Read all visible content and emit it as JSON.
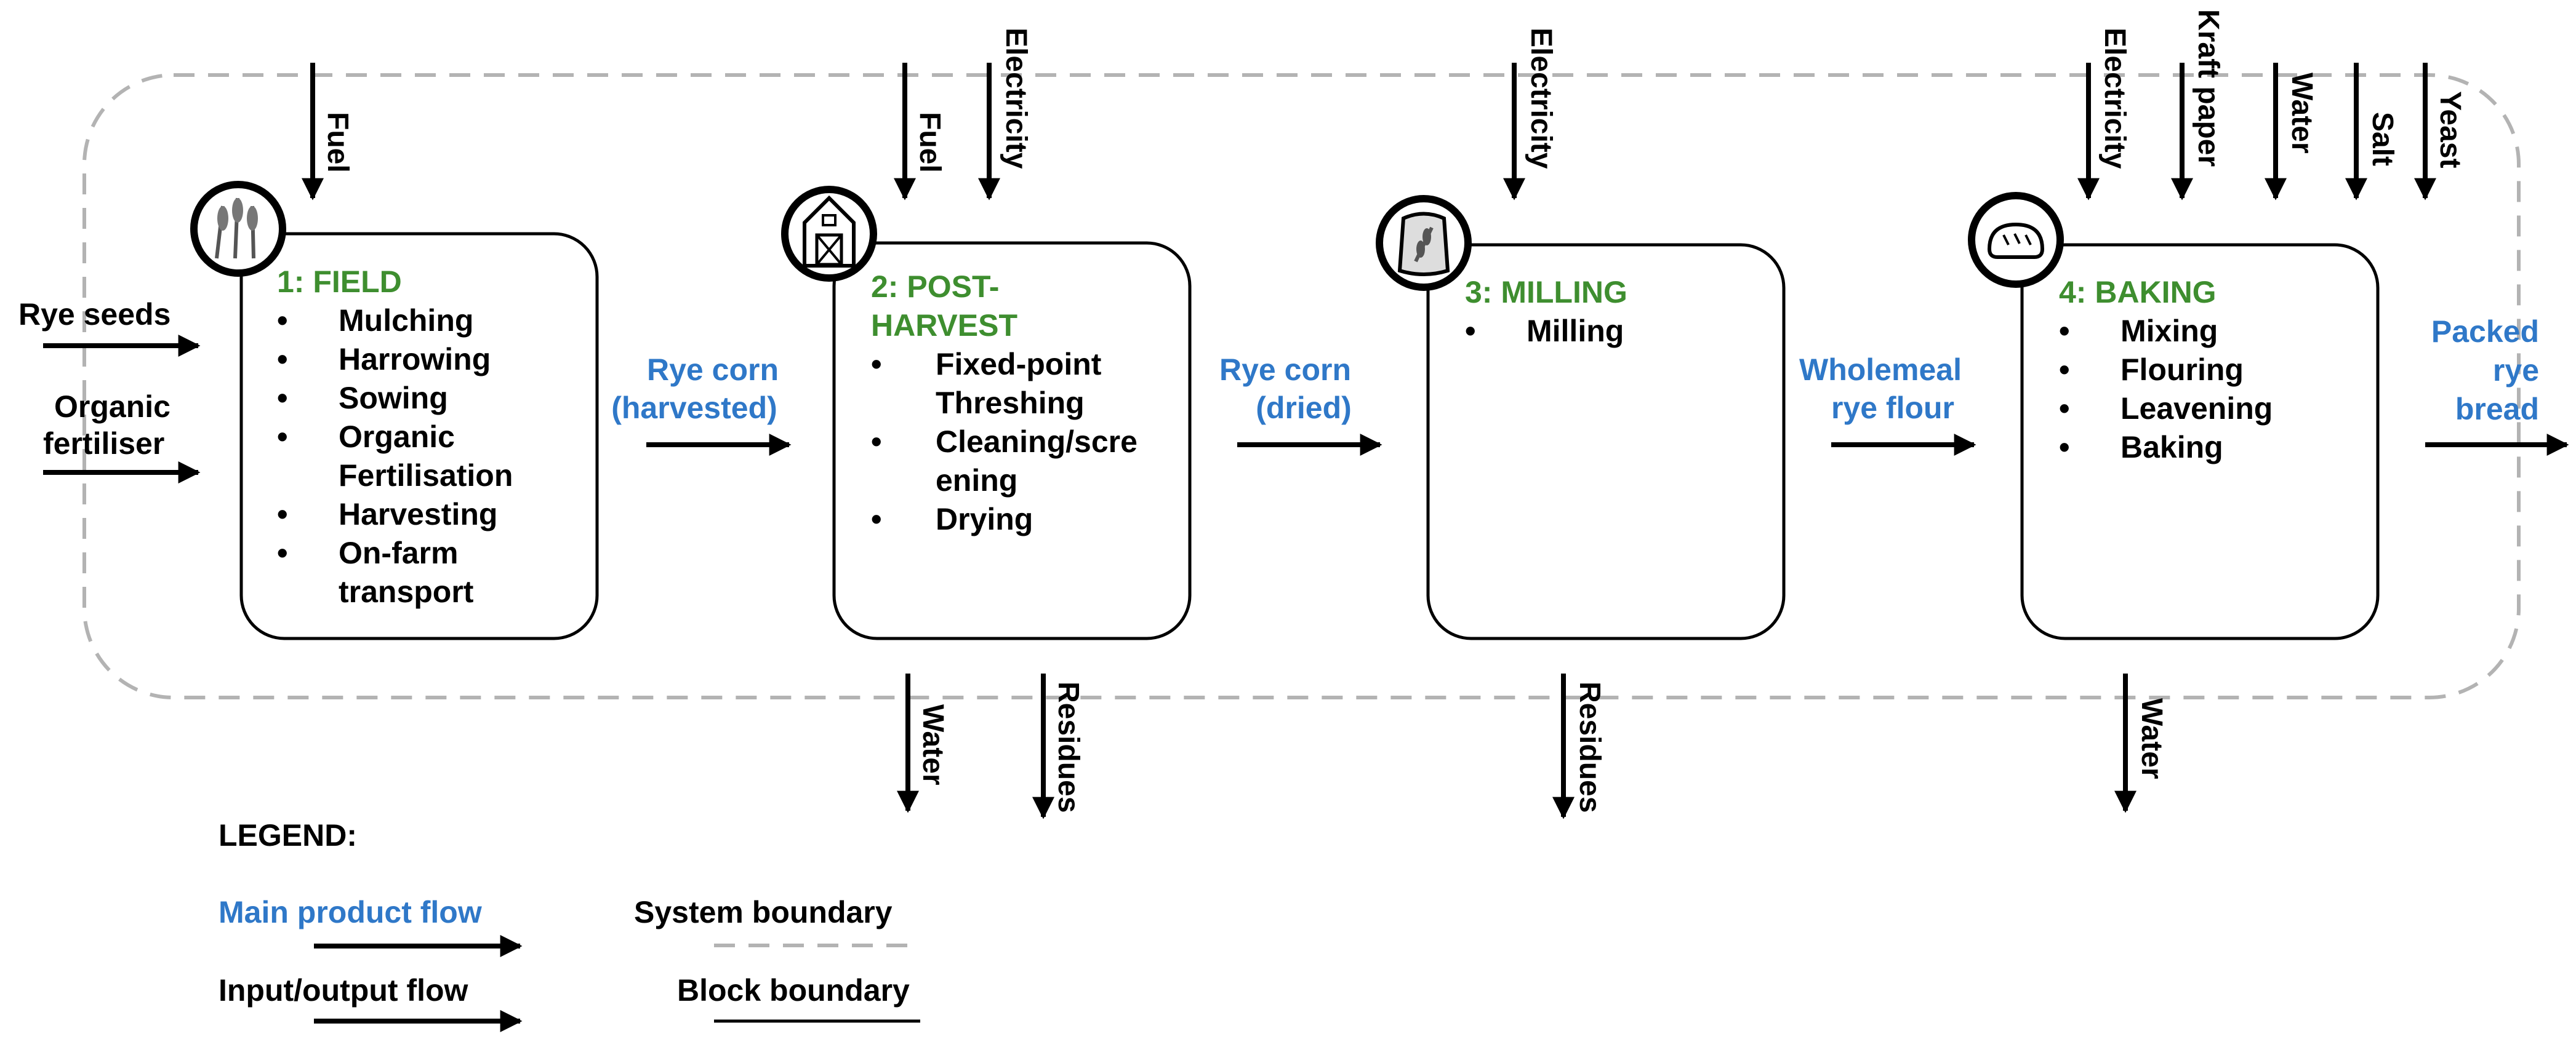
{
  "colors": {
    "main_flow": "#2f78c8",
    "process_title": "#3e8e2f",
    "text": "#000000",
    "system_boundary": "#b3b3b3"
  },
  "external_inputs": {
    "seeds": "Rye seeds",
    "fertiliser_line1": "Organic",
    "fertiliser_line2": "fertiliser"
  },
  "blocks": [
    {
      "title": "1: FIELD",
      "icon": "wheat-icon",
      "items": [
        "Mulching",
        "Harrowing",
        "Sowing",
        "Organic",
        "Fertilisation",
        "Harvesting",
        "On-farm",
        "transport"
      ],
      "inputs": [
        "Fuel"
      ],
      "outputs": []
    },
    {
      "title_line1": "2: POST-",
      "title_line2": "HARVEST",
      "icon": "barn-icon",
      "items": [
        "Fixed-point",
        "Threshing",
        "Cleaning/scre",
        "ening",
        "Drying"
      ],
      "inputs": [
        "Fuel",
        "Electricity"
      ],
      "outputs": [
        "Water",
        "Residues"
      ]
    },
    {
      "title": "3: MILLING",
      "icon": "flour-sack-icon",
      "items": [
        "Milling"
      ],
      "inputs": [
        "Electricity"
      ],
      "outputs": [
        "Residues"
      ]
    },
    {
      "title": "4: BAKING",
      "icon": "bread-icon",
      "items": [
        "Mixing",
        "Flouring",
        "Leavening",
        "Baking"
      ],
      "inputs": [
        "Electricity",
        "Kraft paper",
        "Water",
        "Salt",
        "Yeast"
      ],
      "outputs": [
        "Water"
      ]
    }
  ],
  "product_flows": [
    {
      "line1": "Rye corn",
      "line2": "(harvested)"
    },
    {
      "line1": "Rye corn",
      "line2": "(dried)"
    },
    {
      "line1": "Wholemeal",
      "line2": "rye flour"
    },
    {
      "line1": "Packed",
      "line2": "rye",
      "line3": "bread"
    }
  ],
  "legend": {
    "heading": "LEGEND:",
    "main_product_flow": "Main product flow",
    "input_output_flow": "Input/output flow",
    "system_boundary": "System boundary",
    "block_boundary": "Block boundary"
  },
  "bullet": "•"
}
